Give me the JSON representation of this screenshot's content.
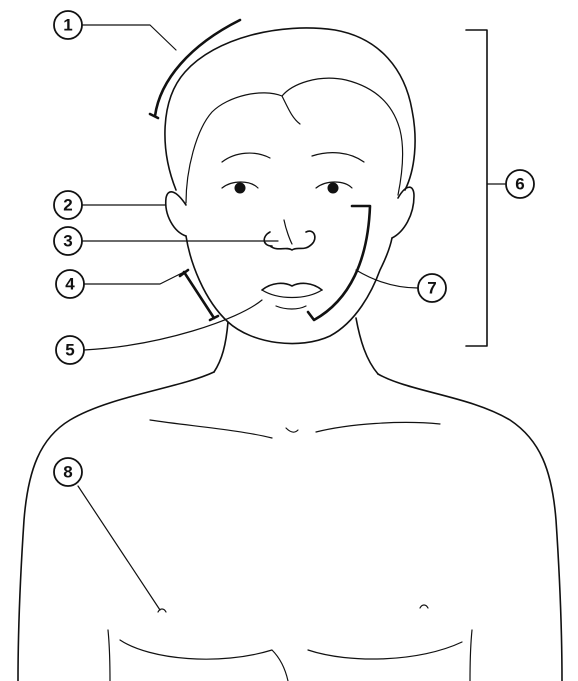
{
  "figure": {
    "callouts": [
      {
        "label": "1"
      },
      {
        "label": "2"
      },
      {
        "label": "3"
      },
      {
        "label": "4"
      },
      {
        "label": "5"
      },
      {
        "label": "6"
      },
      {
        "label": "7"
      },
      {
        "label": "8"
      }
    ]
  }
}
